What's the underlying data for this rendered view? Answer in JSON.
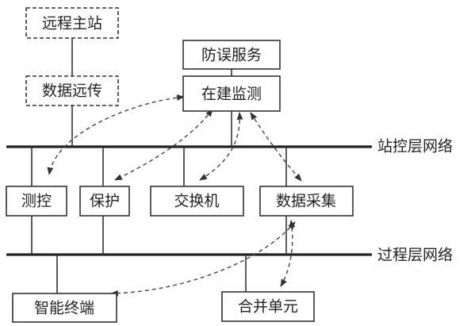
{
  "diagram": {
    "nodes": {
      "remote_master": "远程主站",
      "remote_transmit": "数据远传",
      "anti_misop": "防误服务",
      "online_monitor": "在建监测",
      "measure_control": "测控",
      "protection": "保护",
      "switch": "交换机",
      "data_acquisition": "数据采集",
      "smart_terminal": "智能终端",
      "merging_unit": "合并单元"
    },
    "networks": {
      "station": "站控层网络",
      "process": "过程层网络"
    },
    "flows": [
      {
        "from": "online_monitor",
        "to": "measure_control"
      },
      {
        "from": "online_monitor",
        "to": "protection"
      },
      {
        "from": "online_monitor",
        "to": "switch"
      },
      {
        "from": "online_monitor",
        "to": "data_acquisition"
      },
      {
        "from": "data_acquisition",
        "to": "smart_terminal"
      },
      {
        "from": "data_acquisition",
        "to": "merging_unit"
      }
    ]
  }
}
